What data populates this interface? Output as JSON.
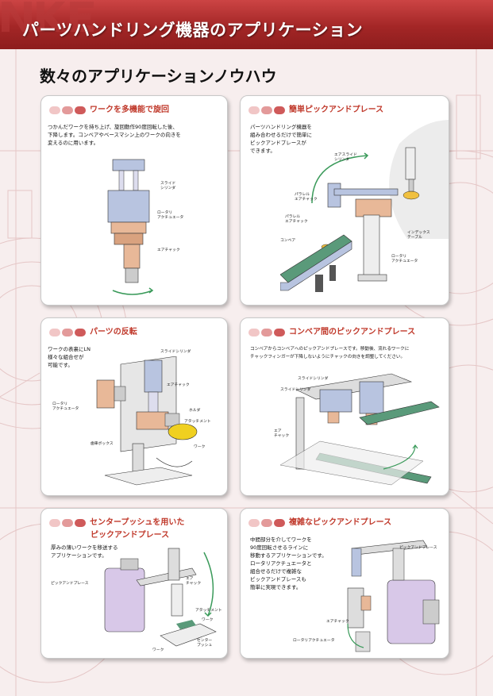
{
  "header": {
    "title": "パーツハンドリング機器のアプリケーション",
    "logo_text": "NKE"
  },
  "section_title": "数々のアプリケーションノウハウ",
  "cards": [
    {
      "title": "ワークを多機能で旋回",
      "desc": [
        "つかんだワークを持ち上げ、旋回動作90度回転した後、",
        "下降します。コンベアやベースマシン上のワークの向きを",
        "変えるのに用います。"
      ],
      "labels": [
        "スライド\nシリンダ",
        "ロータリ\nアクチュエータ",
        "エアチャック"
      ]
    },
    {
      "title": "簡単ピックアンドプレース",
      "desc": [
        "パーツハンドリング機器を",
        "組み合わせるだけで簡単に",
        "ピックアンドプレースが",
        "できます。"
      ],
      "labels": [
        "エアスライド\nシリンダ",
        "パラレル\nエアチャック",
        "パラレル\nエアチャック",
        "コンベア",
        "ロータリ\nアクチュエータ",
        "インデックス\nテーブル"
      ]
    },
    {
      "title": "パーツの反転",
      "desc": [
        "ワークの表裏にLN",
        "様々な組合せが",
        "可能です。"
      ],
      "labels": [
        "スライドシリンダ",
        "エアチャック",
        "ロータリ\nアクチュエータ",
        "ホルダ",
        "アタッチメント",
        "ワーク",
        "歯車ボックス"
      ]
    },
    {
      "title": "コンベア間のピックアンドプレース",
      "desc": [
        "コンベアからコンベアへのピックアンドプレースです。移動後、流れるワークに",
        "チャックフィンガーが下降しないようにチャックの向きを調整してください。"
      ],
      "labels": [
        "スライドシリンダ",
        "スライドシリンダ",
        "エア\nチャック"
      ]
    },
    {
      "title": "センタープッシュを用いた",
      "title2": "ピックアンドプレース",
      "desc": [
        "厚みの薄いワークを移送する",
        "アプリケーションです。"
      ],
      "labels": [
        "ピックアンドプレース",
        "エア\nチャック",
        "アタッチメント",
        "ワーク",
        "センター\nプッシュ",
        "ワーク"
      ]
    },
    {
      "title": "複雑なピックアンドプレース",
      "desc": [
        "中間部分を介してワークを",
        "90度回転させるラインに",
        "移動するアプリケーションです。",
        "ロータリアクチュエータと",
        "組合せるだけで複雑な",
        "ピックアンドプレースも",
        "簡単に実現できます。"
      ],
      "labels": [
        "ピックアンドプレース",
        "エアチャック",
        "ロータリアクチュエータ"
      ]
    }
  ],
  "colors": {
    "brand_red": "#a32626",
    "accent_red": "#c0392b",
    "machine_blue": "#b8c4e0",
    "machine_orange": "#e8b898",
    "machine_purple": "#d8c8e8",
    "conveyor_green": "#5a9a7a"
  }
}
